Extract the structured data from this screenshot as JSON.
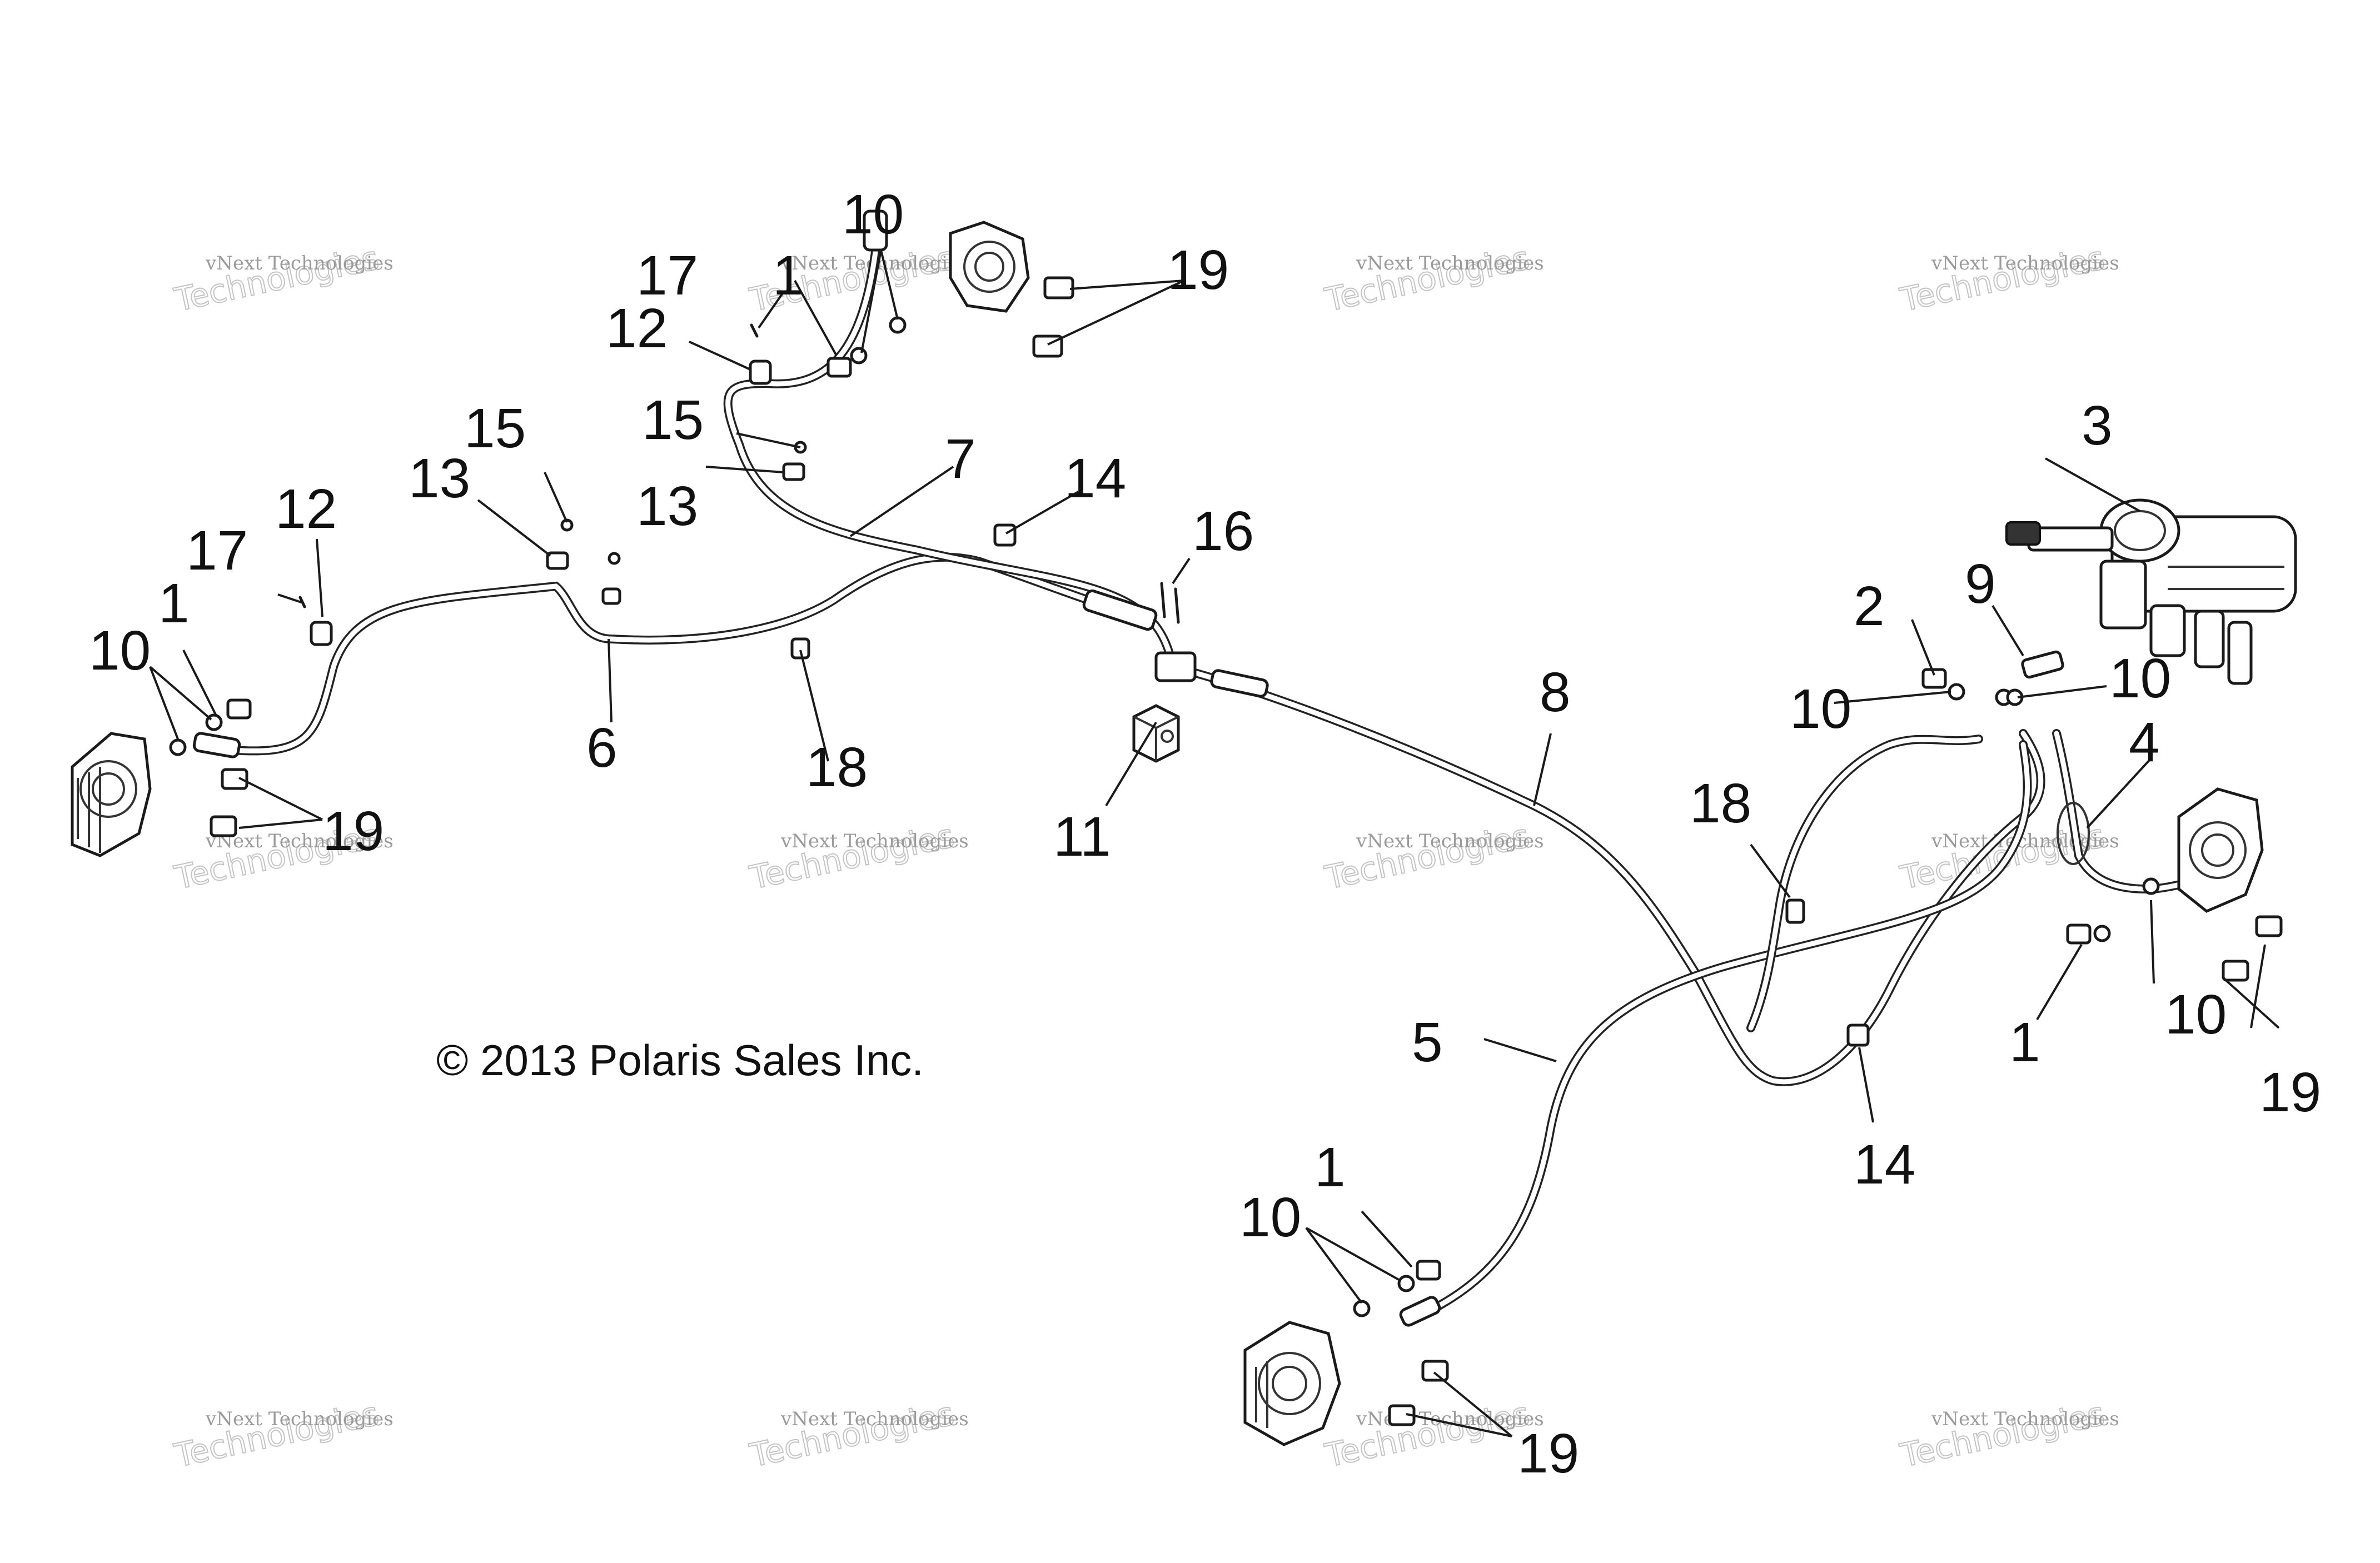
{
  "copyright": "© 2013 Polaris Sales Inc.",
  "watermark": {
    "line1": "vNext Technologies",
    "line2": "Technologies"
  },
  "callouts": {
    "c1_a": "1",
    "c1_b": "1",
    "c1_c": "1",
    "c1_d": "1",
    "c2": "2",
    "c3": "3",
    "c4": "4",
    "c5": "5",
    "c6": "6",
    "c7": "7",
    "c8": "8",
    "c9": "9",
    "c10_a": "10",
    "c10_b": "10",
    "c10_c": "10",
    "c10_d": "10",
    "c10_e": "10",
    "c10_f": "10",
    "c11": "11",
    "c12_a": "12",
    "c12_b": "12",
    "c13_a": "13",
    "c13_b": "13",
    "c14_a": "14",
    "c14_b": "14",
    "c15_a": "15",
    "c15_b": "15",
    "c16": "16",
    "c17_a": "17",
    "c17_b": "17",
    "c18_a": "18",
    "c18_b": "18",
    "c19_a": "19",
    "c19_b": "19",
    "c19_c": "19",
    "c19_d": "19"
  }
}
